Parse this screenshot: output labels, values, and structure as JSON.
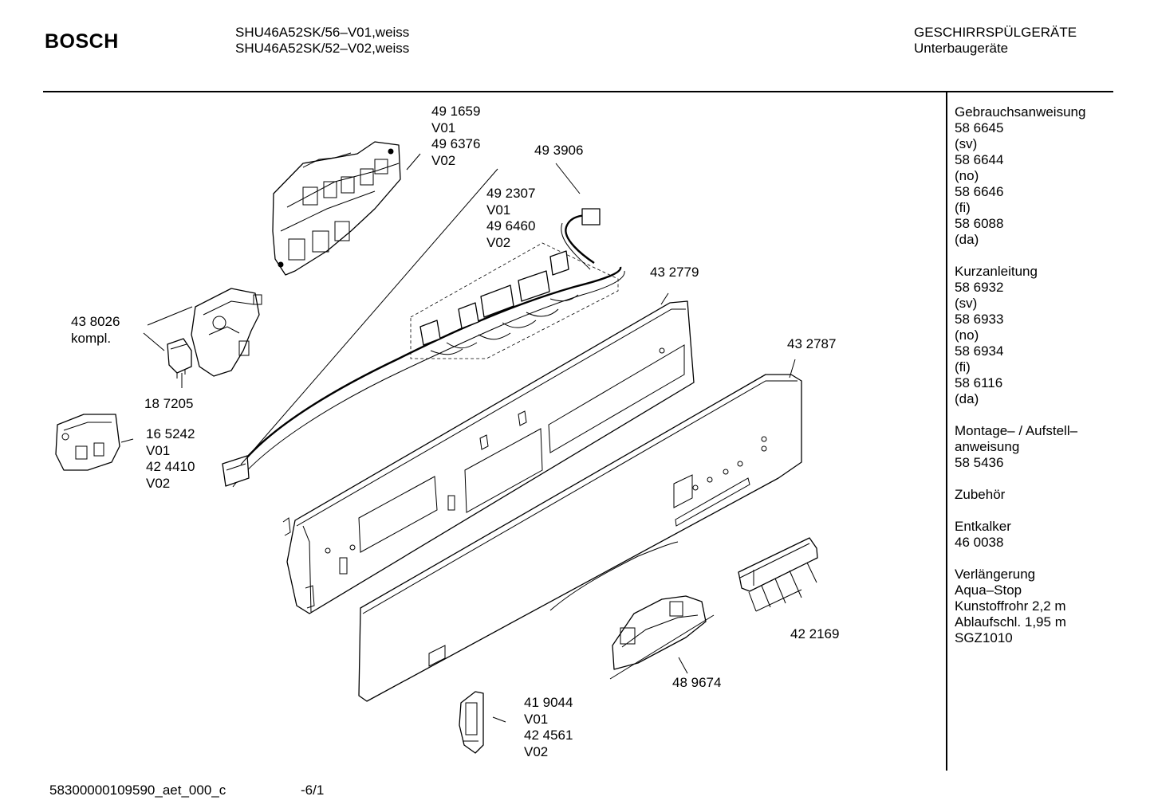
{
  "header": {
    "brand": "BOSCH",
    "model_line_1": "SHU46A52SK/56–V01,weiss",
    "model_line_2": "SHU46A52SK/52–V02,weiss",
    "category": "GESCHIRRSPÜLGERÄTE",
    "subcategory": "Unterbaugeräte"
  },
  "sidebar": {
    "groups": [
      {
        "lines": [
          "Gebrauchsanweisung",
          "58 6645",
          "(sv)",
          "58 6644",
          "(no)",
          "58 6646",
          "(fi)",
          "58 6088",
          "(da)"
        ]
      },
      {
        "lines": [
          "Kurzanleitung",
          "58 6932",
          "(sv)",
          "58 6933",
          "(no)",
          "58 6934",
          "(fi)",
          "58 6116",
          "(da)"
        ]
      },
      {
        "lines": [
          "Montage– / Aufstell–",
          "anweisung",
          "58 5436"
        ]
      },
      {
        "lines": [
          "Zubehör"
        ]
      },
      {
        "lines": [
          "Entkalker",
          "46 0038"
        ]
      },
      {
        "lines": [
          "Verlängerung",
          "Aqua–Stop",
          "Kunstoffrohr 2,2 m",
          "Ablaufschl. 1,95 m",
          "SGZ1010"
        ]
      }
    ]
  },
  "callouts": {
    "c491659": [
      "49 1659",
      "V01",
      "49 6376",
      "V02"
    ],
    "c493906": [
      "49 3906"
    ],
    "c492307": [
      "49 2307",
      "V01",
      "49 6460",
      "V02"
    ],
    "c432779": [
      "43 2779"
    ],
    "c438026": [
      "43 8026",
      "kompl."
    ],
    "c187205": [
      "18 7205"
    ],
    "c432787": [
      "43 2787"
    ],
    "c165242": [
      "16 5242",
      "V01",
      "42 4410",
      "V02"
    ],
    "c422169": [
      "42 2169"
    ],
    "c489674": [
      "48 9674"
    ],
    "c419044": [
      "41 9044",
      "V01",
      "42 4561",
      "V02"
    ]
  },
  "footer": {
    "document_id": "58300000109590_aet_000_c",
    "page": "-6/1"
  }
}
